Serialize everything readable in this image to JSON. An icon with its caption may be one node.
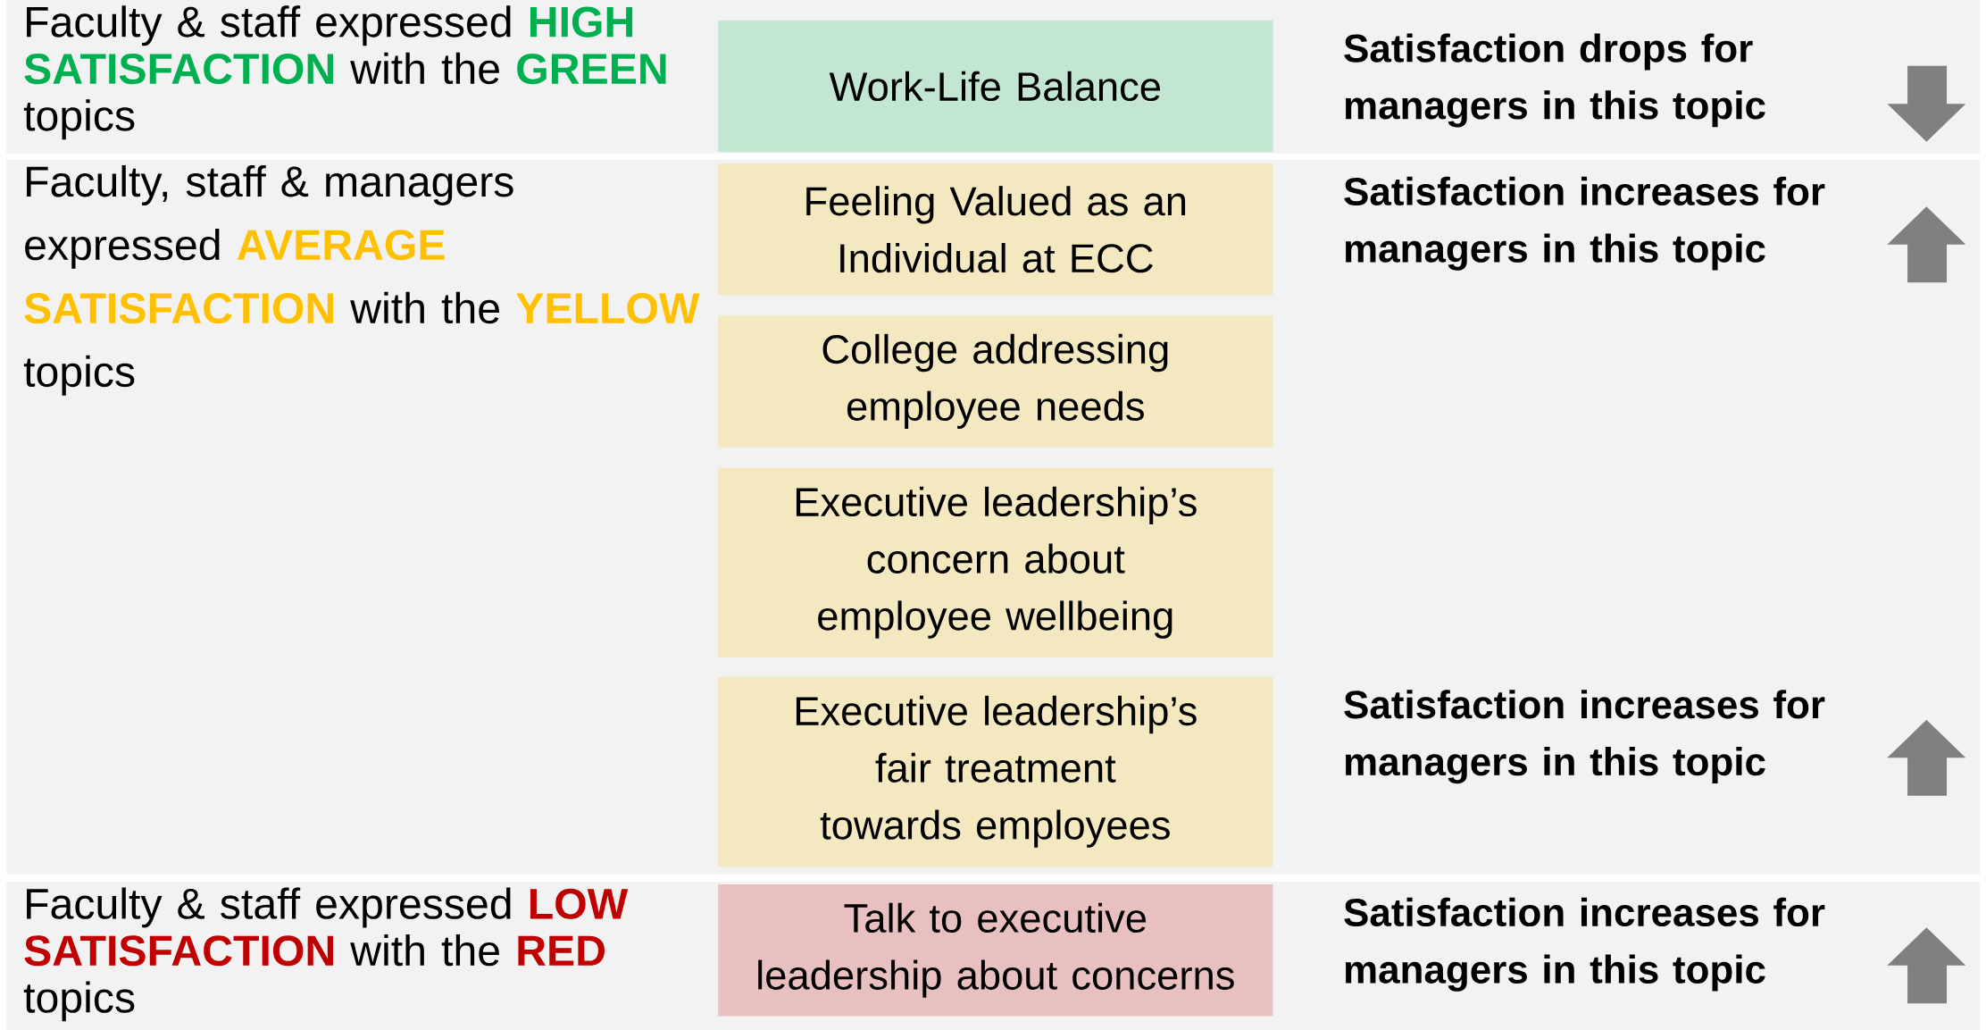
{
  "diagram": {
    "nodes": [
      {
        "text": [
          "Faculty & staff expressed **HIGH SATISFACTION** with the **GREEN** topics"
        ]
      },
      {
        "text": [
          "Work-Life Balance"
        ],
        "in": 0,
        "beside": [
          "**Satisfaction drops for managers** in this topic"
        ]
      },
      {
        "text": [
          "Faculty, staff & managers expressed **AVERAGE SATISFACTION** with the **YELLOW** topics"
        ]
      },
      {
        "text": [
          "Feeling Valued as an Individual at ECC"
        ],
        "in": 2,
        "beside": [
          "**Satisfaction increases for managers** in this topic"
        ]
      },
      {
        "text": [
          "College addressing employee needs"
        ],
        "in": 2
      },
      {
        "text": [
          "Executive leadership’s concern about employee wellbeing"
        ],
        "in": 2
      },
      {
        "text": [
          "Executive leadership’s fair treatment towards employees"
        ],
        "in": 2,
        "beside": [
          "**Satisfaction increases for managers** in this topic"
        ]
      },
      {
        "text": [
          "Faculty & staff expressed **LOW SATISFACTION** with the **RED** topics"
        ]
      },
      {
        "text": [
          "Talk to executive leadership about concerns"
        ],
        "in": 7,
        "beside": [
          "**Satisfaction increases for managers** in this topic"
        ]
      }
    ]
  }
}
